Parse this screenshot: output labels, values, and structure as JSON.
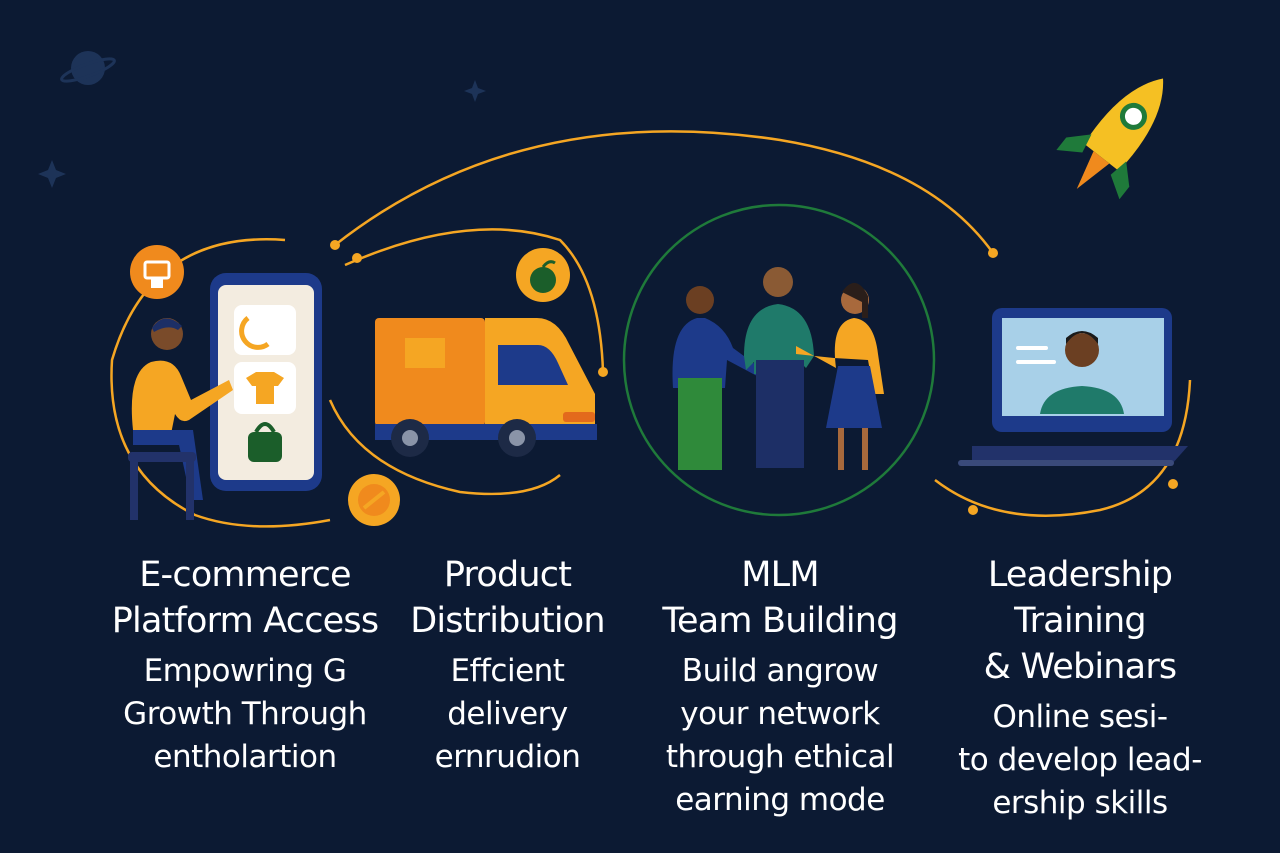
{
  "colors": {
    "background": "#0c1a33",
    "accent_orange": "#f5a623",
    "accent_green": "#1f7a3a",
    "text": "#ffffff"
  },
  "features": [
    {
      "title": "E-commerce\nPlatform Access",
      "description": "Empowring G\nGrowth Through\nentholartion",
      "icon": "smartphone-shopping-icon"
    },
    {
      "title": "Product\nDistribution",
      "description": "Effcient\ndelivery\nernrudion",
      "icon": "delivery-truck-icon"
    },
    {
      "title": "MLM\nTeam Building",
      "description": "Build angrow\nyour network\nthrough ethical\nearning mode",
      "icon": "team-handshake-icon"
    },
    {
      "title": "Leadership\nTraining\n& Webinars",
      "description": "Online sesi-\nto develop lead-\nership skills",
      "icon": "laptop-webinar-icon"
    }
  ],
  "decorations": [
    "rocket-icon",
    "planet-icon",
    "sparkle-icon",
    "cart-badge-icon",
    "coin-icon",
    "fruit-badge-icon"
  ]
}
